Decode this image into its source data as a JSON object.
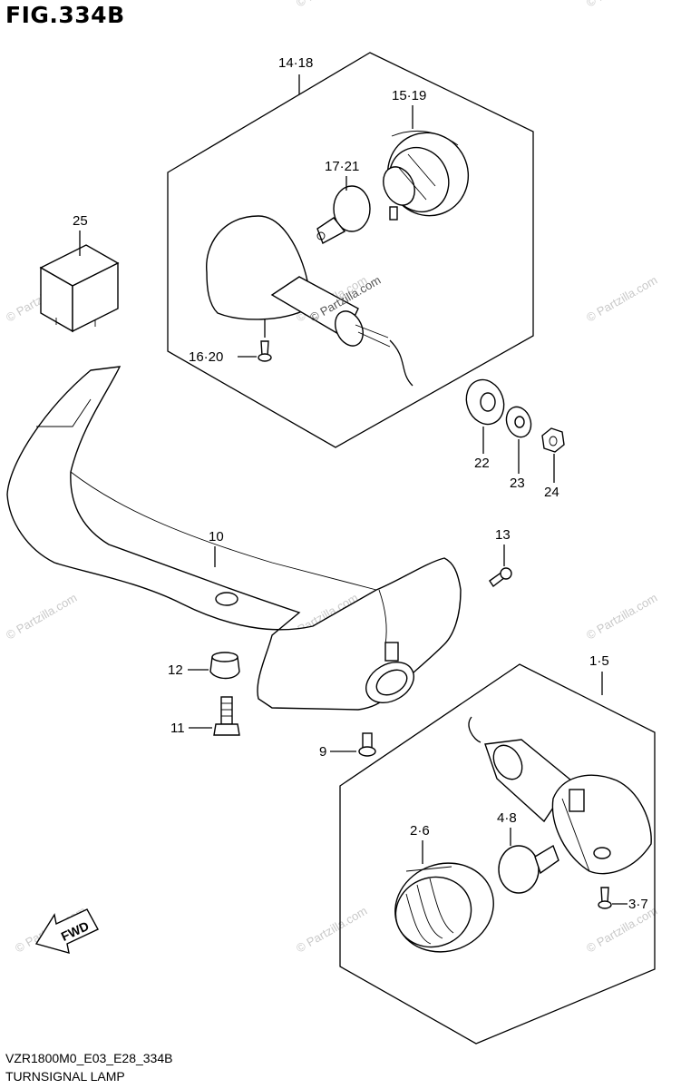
{
  "figure": {
    "title": "FIG.334B",
    "code": "VZR1800M0_E03_E28_334B",
    "name": "TURNSIGNAL LAMP"
  },
  "watermark": "© Partzilla.com",
  "callouts": {
    "c14_18": "14·18",
    "c15_19": "15·19",
    "c17_21": "17·21",
    "c16_20": "16·20",
    "c25": "25",
    "c22": "22",
    "c23": "23",
    "c24": "24",
    "c10": "10",
    "c13": "13",
    "c12": "12",
    "c11": "11",
    "c9": "9",
    "c1_5": "1·5",
    "c2_6": "2·6",
    "c4_8": "4·8",
    "c3_7": "3·7"
  },
  "fwd_arrow": {
    "label": "FWD"
  }
}
